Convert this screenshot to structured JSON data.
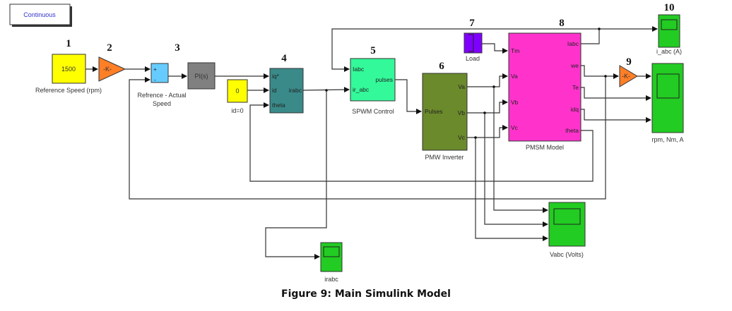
{
  "solver_button": "Continuous",
  "caption": "Figure 9: Main Simulink Model",
  "block_numbers": [
    "1",
    "2",
    "3",
    "4",
    "5",
    "6",
    "7",
    "8",
    "9",
    "10"
  ],
  "blocks": {
    "reference_speed": {
      "value": "1500",
      "label": "Reference Speed (rpm)",
      "color": "#ffff00"
    },
    "gain_in": {
      "value": "-K-",
      "color": "#ff7f27"
    },
    "sum": {
      "plus": "+",
      "minus": "-",
      "label_line1": "Refrence - Actual",
      "label_line2": "Speed",
      "color": "#66ccff"
    },
    "pi": {
      "value": "PI(s)",
      "color": "#808080"
    },
    "id_const": {
      "value": "0",
      "label": "id=0",
      "color": "#ffff00"
    },
    "transform": {
      "in": [
        "iq*",
        "id",
        "theta"
      ],
      "out": "irabc",
      "color": "#3a8a8a"
    },
    "spwm": {
      "in": [
        "Iabc",
        "ir_abc"
      ],
      "out": "pulses",
      "label": "SPWM Control",
      "color": "#33f99a"
    },
    "inverter": {
      "in": "Pulses",
      "out": [
        "Va",
        "Vb",
        "Vc"
      ],
      "label": "PMW Inverter",
      "color": "#6b8a2c"
    },
    "load": {
      "label": "Load",
      "color": "#8000ff"
    },
    "pmsm": {
      "in": [
        "Tm",
        "Va",
        "Vb",
        "Vc"
      ],
      "out": [
        "Iabc",
        "we",
        "Te",
        "idq",
        "theta"
      ],
      "label": "PMSM Model",
      "color": "#ff33cc"
    },
    "gain_out": {
      "value": "-K-",
      "color": "#ff7f27"
    },
    "scope_iabc": {
      "label": "i_abc (A)",
      "color": "#22cc22"
    },
    "scope_rpm": {
      "label": "rpm, Nm, A",
      "color": "#22cc22"
    },
    "scope_vabc": {
      "label": "Vabc (Volts)",
      "color": "#22cc22"
    },
    "scope_irabc": {
      "label": "irabc",
      "color": "#22cc22"
    }
  }
}
